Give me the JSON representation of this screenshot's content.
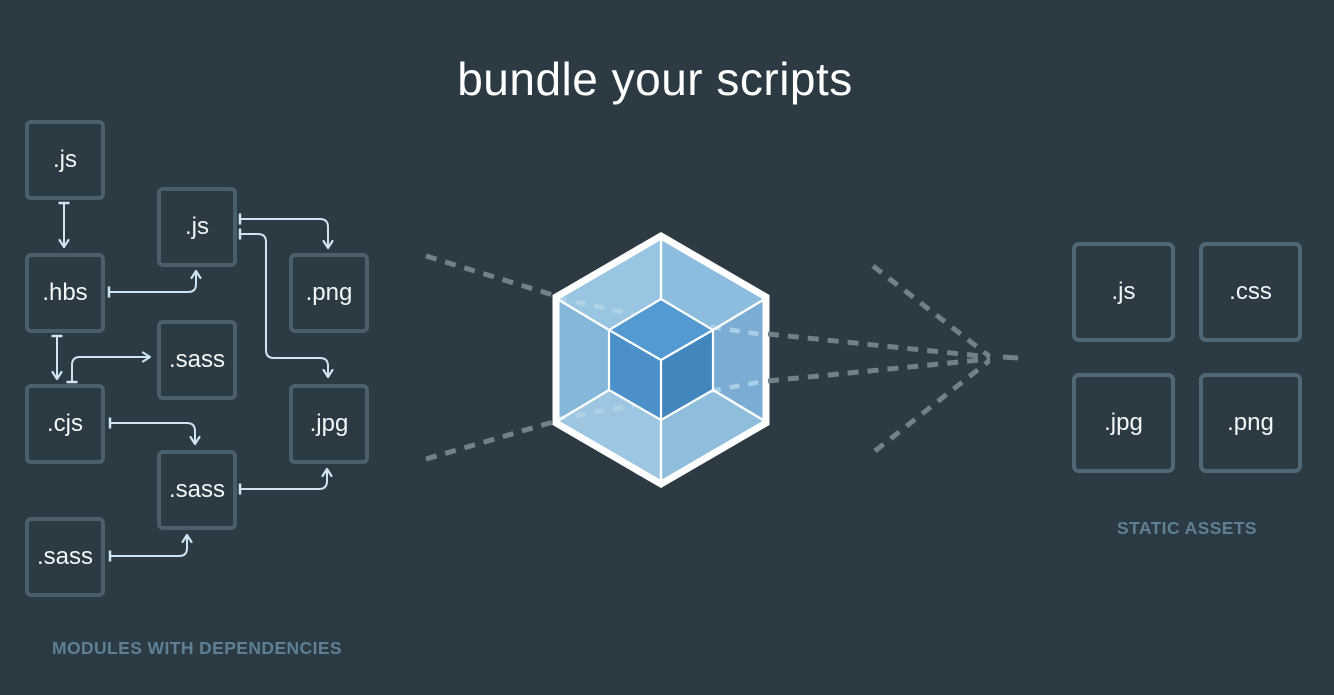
{
  "title": "bundle your scripts",
  "left_panel": {
    "caption": "MODULES WITH DEPENDENCIES",
    "modules": [
      {
        "id": "js-1",
        "label": ".js"
      },
      {
        "id": "js-2",
        "label": ".js"
      },
      {
        "id": "png-1",
        "label": ".png"
      },
      {
        "id": "hbs-1",
        "label": ".hbs"
      },
      {
        "id": "sass-1",
        "label": ".sass"
      },
      {
        "id": "cjs-1",
        "label": ".cjs"
      },
      {
        "id": "jpg-1",
        "label": ".jpg"
      },
      {
        "id": "sass-2",
        "label": ".sass"
      },
      {
        "id": "sass-3",
        "label": ".sass"
      }
    ],
    "dependencies": [
      {
        "from": "js-1",
        "to": "hbs-1"
      },
      {
        "from": "hbs-1",
        "to": "js-2"
      },
      {
        "from": "js-2",
        "to": "png-1"
      },
      {
        "from": "js-2",
        "to": "jpg-1"
      },
      {
        "from": "hbs-1",
        "to": "cjs-1"
      },
      {
        "from": "cjs-1",
        "to": "sass-1"
      },
      {
        "from": "cjs-1",
        "to": "sass-2"
      },
      {
        "from": "sass-2",
        "to": "jpg-1"
      },
      {
        "from": "sass-3",
        "to": "sass-2"
      }
    ]
  },
  "center": {
    "logo": "webpack-cube"
  },
  "right_panel": {
    "caption": "STATIC ASSETS",
    "assets": [
      {
        "label": ".js"
      },
      {
        "label": ".css"
      },
      {
        "label": ".jpg"
      },
      {
        "label": ".png"
      }
    ]
  },
  "colors": {
    "background": "#2c3b43",
    "title_text": "#ffffff",
    "caption_text": "#5e7f94",
    "box_border": "#4b5f6b",
    "box_text": "#f1f6f9",
    "connector": "#cfe4f1",
    "flow_dash_gray": "#71818a",
    "flow_dash_light": "#b3d4e8",
    "cube_outline": "#ffffff",
    "cube_shell_blue": "#8cbdde",
    "cube_core_blue": "#4286be"
  }
}
